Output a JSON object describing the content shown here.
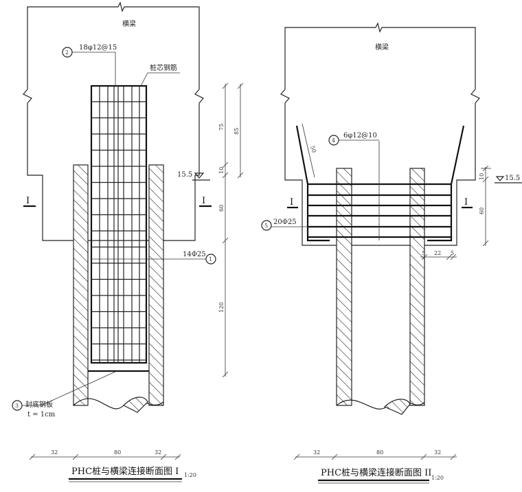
{
  "left": {
    "beam_label": "横梁",
    "callout_2": {
      "num": "2",
      "text": "18φ12@15"
    },
    "core_rebar_label": "桩芯钢筋",
    "elevation": "15.5",
    "section_mark": "I",
    "callout_1": {
      "num": "1",
      "text": "14Φ25"
    },
    "callout_3": {
      "num": "3",
      "text": "封底钢板",
      "sub": "t = 1cm"
    },
    "dims_vertical": [
      "75",
      "85",
      "10",
      "60",
      "120"
    ],
    "dims_bottom": [
      "32",
      "80",
      "32"
    ],
    "title": "PHC桩与横梁连接断面图 I",
    "scale": "1:20"
  },
  "right": {
    "beam_label": "横梁",
    "callout_4": {
      "num": "4",
      "text": "6φ12@10"
    },
    "callout_5": {
      "num": "5",
      "text": "20Φ25"
    },
    "bent_dim": "50",
    "elevation": "15.5",
    "section_mark": "I",
    "dims_vertical": [
      "10",
      "60"
    ],
    "dims_small": [
      "5",
      "22",
      "5"
    ],
    "dims_bottom": [
      "32",
      "80",
      "32"
    ],
    "title": "PHC桩与横梁连接断面图 II",
    "scale": "1:20"
  }
}
